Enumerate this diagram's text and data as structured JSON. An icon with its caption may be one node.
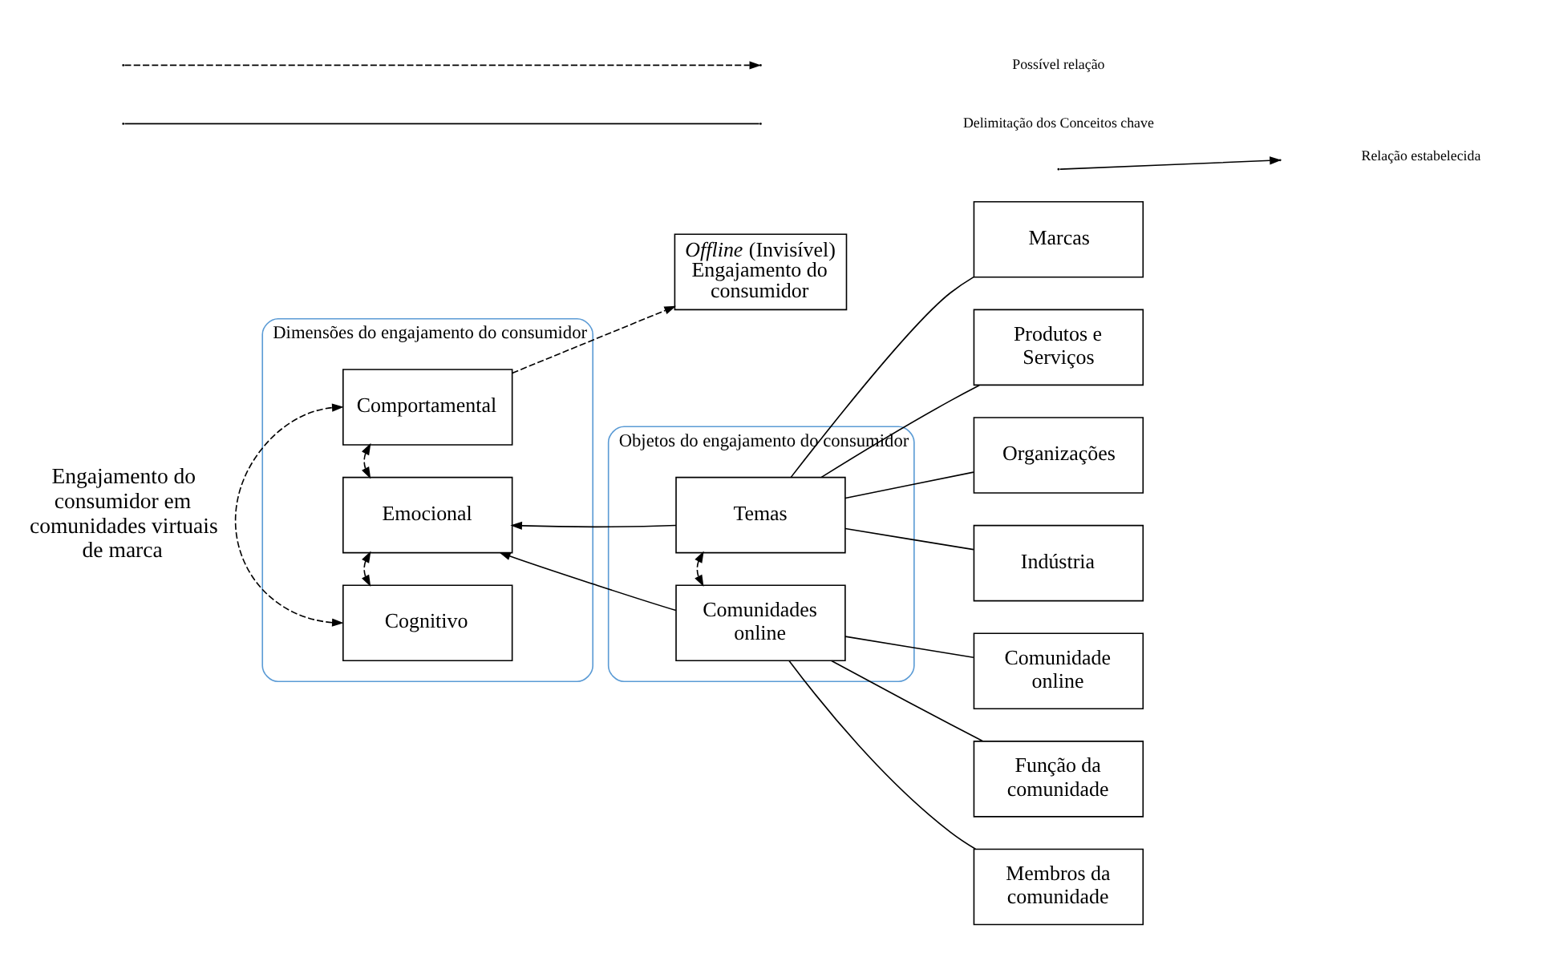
{
  "diagram": {
    "nodes": [
      {
        "text": [
          "Dimensões do engajamento do consumidor"
        ]
      },
      {
        "text": [
          "Cognitivo"
        ],
        "in": 0
      },
      {
        "text": [
          "Emocional"
        ],
        "in": 0
      },
      {
        "text": [
          "Comportamental"
        ],
        "in": 0
      },
      {
        "text": [
          "Objetos do engajamento do consumidor"
        ]
      },
      {
        "text": [
          "Temas"
        ],
        "in": 4
      },
      {
        "text": [
          "Comunidades online"
        ],
        "in": 4
      },
      {
        "text": [
          "Marcas"
        ]
      },
      {
        "text": [
          "Produtos e Serviços"
        ]
      },
      {
        "text": [
          "Organizações"
        ]
      },
      {
        "text": [
          "Indústria"
        ]
      },
      {
        "text": [
          "Comunidade online"
        ]
      },
      {
        "text": [
          "Função da comunidade"
        ]
      },
      {
        "text": [
          "Membros da comunidade"
        ]
      },
      {
        "text": [
          "*Offline* (Invisível) Engajamento do consumidor"
        ]
      }
    ],
    "edges": [
      {
        "from": 1,
        "to": 2,
        "arrow": "both",
        "style": "dashed"
      },
      {
        "from": 2,
        "to": 3,
        "arrow": "both",
        "style": "dashed"
      },
      {
        "from": 1,
        "to": 3,
        "arrow": "both",
        "style": "dashed"
      },
      {
        "from": 5,
        "to": 2,
        "arrow": "to"
      },
      {
        "from": 6,
        "to": 2,
        "arrow": "to"
      },
      {
        "from": 5,
        "to": 6,
        "arrow": "both",
        "style": "dashed"
      },
      {
        "from": 3,
        "to": 14,
        "arrow": "to",
        "style": "dashed"
      },
      {
        "from": 5,
        "to": 7,
        "arrow": "none"
      },
      {
        "from": 5,
        "to": 8,
        "arrow": "none"
      },
      {
        "from": 5,
        "to": 9,
        "arrow": "none"
      },
      {
        "from": 5,
        "to": 10,
        "arrow": "none"
      },
      {
        "from": 6,
        "to": 11,
        "arrow": "none"
      },
      {
        "from": 6,
        "to": 12,
        "arrow": "none"
      },
      {
        "from": 6,
        "to": 13,
        "arrow": "none"
      }
    ],
    "labels": [
      "Engajamento do consumidor em comunidades virtuais de marca"
    ],
    "legend": [
      {
        "text": "Relação estabelecida"
      },
      {
        "text": "Possível relação"
      },
      {
        "text": "Delimitação dos Conceitos chave"
      }
    ]
  }
}
